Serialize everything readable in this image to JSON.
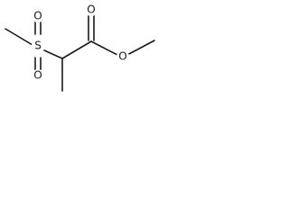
{
  "molecule": {
    "atoms": {
      "sulfur": "S",
      "sulfonyl_oxygen_top": "O",
      "sulfonyl_oxygen_bottom": "O",
      "carbonyl_oxygen": "O",
      "ester_oxygen": "O"
    }
  }
}
